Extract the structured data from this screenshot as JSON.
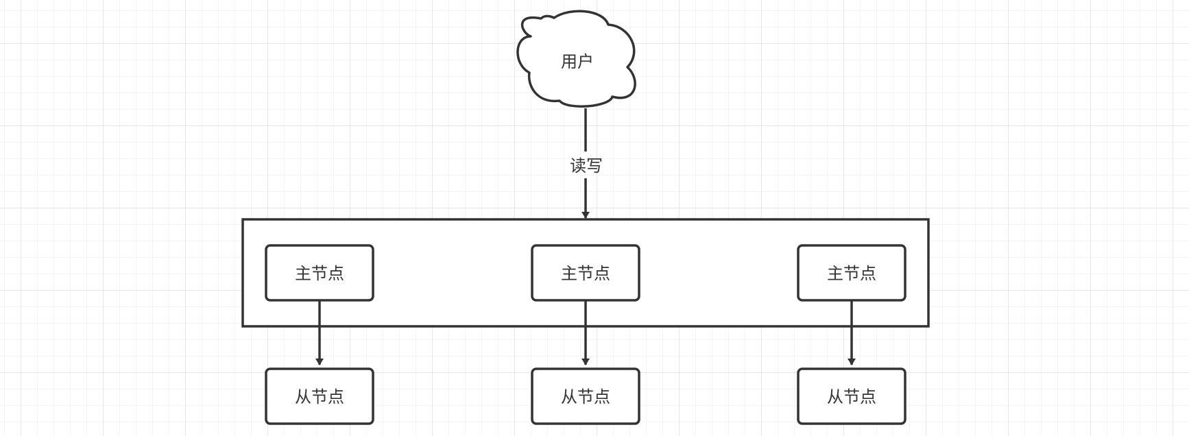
{
  "diagram": {
    "user_label": "用户",
    "edge_label": "读写",
    "masters": [
      {
        "label": "主节点"
      },
      {
        "label": "主节点"
      },
      {
        "label": "主节点"
      }
    ],
    "slaves": [
      {
        "label": "从节点"
      },
      {
        "label": "从节点"
      },
      {
        "label": "从节点"
      }
    ]
  },
  "colors": {
    "stroke": "#333333",
    "node_fill": "#ffffff",
    "text": "#333333"
  }
}
